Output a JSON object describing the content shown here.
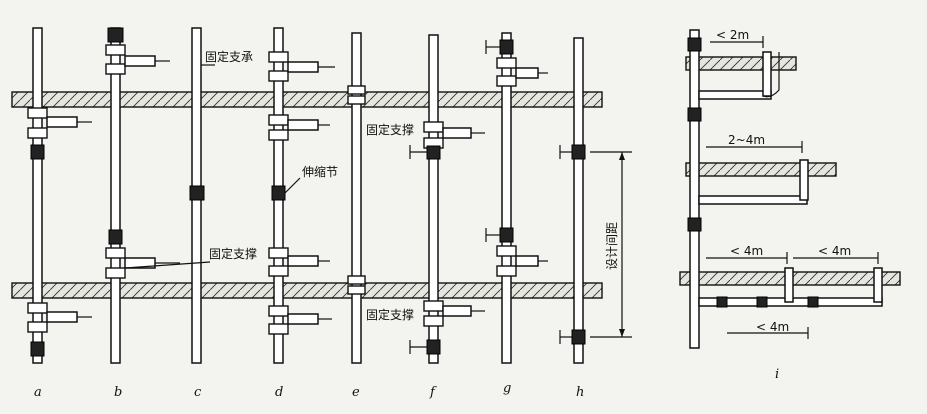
{
  "labels": {
    "a": "a",
    "b": "b",
    "c": "c",
    "d": "d",
    "e": "e",
    "f": "f",
    "g": "g",
    "h": "h",
    "i": "i"
  },
  "annotations": {
    "fixed_support_top": "固定支承",
    "fixed_brace_mid": "固定支撑",
    "expansion_joint": "伸缩节",
    "fixed_brace_lower": "固定支撑",
    "fixed_brace_bottom": "固定支撑",
    "design_spacing": "设计间距"
  },
  "dimensions": {
    "d1": "< 2m",
    "d2": "2~4m",
    "d3": "< 4m",
    "d4": "< 4m",
    "d5": "< 4m"
  }
}
